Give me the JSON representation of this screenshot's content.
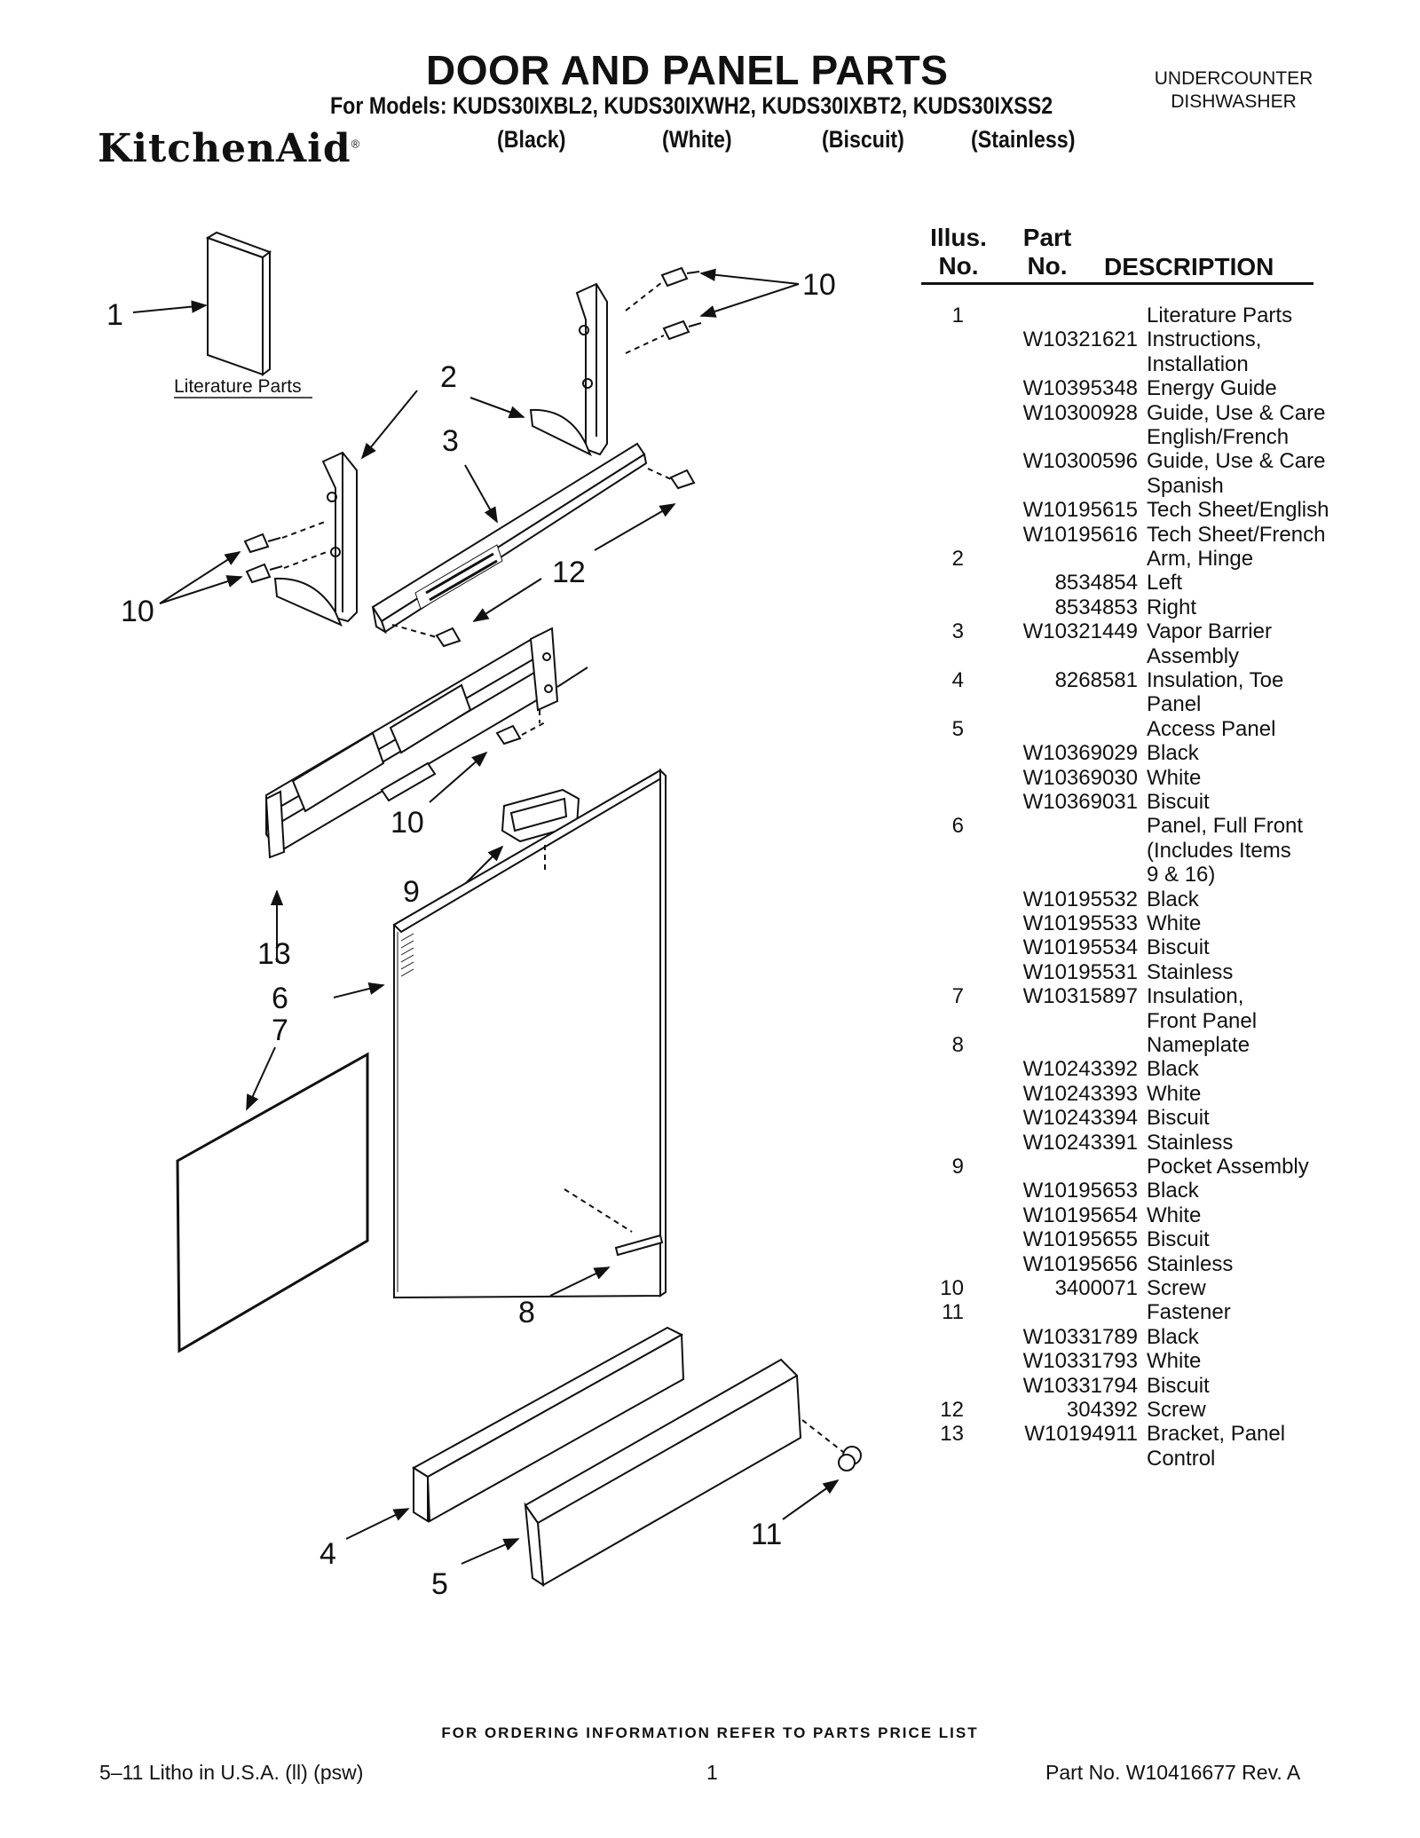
{
  "header": {
    "title": "DOOR AND PANEL PARTS",
    "models": "For Models: KUDS30IXBL2, KUDS30IXWH2, KUDS30IXBT2, KUDS30IXSS2",
    "colors": [
      "(Black)",
      "(White)",
      "(Biscuit)",
      "(Stainless)"
    ],
    "appliance_line1": "UNDERCOUNTER",
    "appliance_line2": "DISHWASHER",
    "brand": "KitchenAid",
    "registered": "®"
  },
  "table": {
    "col1_line1": "Illus.",
    "col1_line2": "No.",
    "col2_line1": "Part",
    "col2_line2": "No.",
    "col3": "DESCRIPTION",
    "rows": [
      {
        "illus": "1",
        "part": "",
        "desc": "Literature Parts"
      },
      {
        "illus": "",
        "part": "W10321621",
        "desc": "Instructions,"
      },
      {
        "illus": "",
        "part": "",
        "desc": "Installation"
      },
      {
        "illus": "",
        "part": "W10395348",
        "desc": "Energy Guide"
      },
      {
        "illus": "",
        "part": "W10300928",
        "desc": "Guide, Use & Care"
      },
      {
        "illus": "",
        "part": "",
        "desc": "English/French"
      },
      {
        "illus": "",
        "part": "W10300596",
        "desc": "Guide, Use & Care"
      },
      {
        "illus": "",
        "part": "",
        "desc": "Spanish"
      },
      {
        "illus": "",
        "part": "W10195615",
        "desc": "Tech Sheet/English"
      },
      {
        "illus": "",
        "part": "W10195616",
        "desc": "Tech Sheet/French"
      },
      {
        "illus": "2",
        "part": "",
        "desc": "Arm, Hinge"
      },
      {
        "illus": "",
        "part": "8534854",
        "desc": "Left"
      },
      {
        "illus": "",
        "part": "8534853",
        "desc": "Right"
      },
      {
        "illus": "3",
        "part": "W10321449",
        "desc": "Vapor Barrier"
      },
      {
        "illus": "",
        "part": "",
        "desc": "Assembly"
      },
      {
        "illus": "4",
        "part": "8268581",
        "desc": "Insulation, Toe"
      },
      {
        "illus": "",
        "part": "",
        "desc": "Panel"
      },
      {
        "illus": "5",
        "part": "",
        "desc": "Access Panel"
      },
      {
        "illus": "",
        "part": "W10369029",
        "desc": "Black"
      },
      {
        "illus": "",
        "part": "W10369030",
        "desc": "White"
      },
      {
        "illus": "",
        "part": "W10369031",
        "desc": "Biscuit"
      },
      {
        "illus": "6",
        "part": "",
        "desc": "Panel, Full Front"
      },
      {
        "illus": "",
        "part": "",
        "desc": "(Includes Items"
      },
      {
        "illus": "",
        "part": "",
        "desc": "9 & 16)"
      },
      {
        "illus": "",
        "part": "W10195532",
        "desc": "Black"
      },
      {
        "illus": "",
        "part": "W10195533",
        "desc": "White"
      },
      {
        "illus": "",
        "part": "W10195534",
        "desc": "Biscuit"
      },
      {
        "illus": "",
        "part": "W10195531",
        "desc": "Stainless"
      },
      {
        "illus": "7",
        "part": "W10315897",
        "desc": "Insulation,"
      },
      {
        "illus": "",
        "part": "",
        "desc": "Front Panel"
      },
      {
        "illus": "8",
        "part": "",
        "desc": "Nameplate"
      },
      {
        "illus": "",
        "part": "W10243392",
        "desc": "Black"
      },
      {
        "illus": "",
        "part": "W10243393",
        "desc": "White"
      },
      {
        "illus": "",
        "part": "W10243394",
        "desc": "Biscuit"
      },
      {
        "illus": "",
        "part": "W10243391",
        "desc": "Stainless"
      },
      {
        "illus": "9",
        "part": "",
        "desc": "Pocket Assembly"
      },
      {
        "illus": "",
        "part": "W10195653",
        "desc": "Black"
      },
      {
        "illus": "",
        "part": "W10195654",
        "desc": "White"
      },
      {
        "illus": "",
        "part": "W10195655",
        "desc": "Biscuit"
      },
      {
        "illus": "",
        "part": "W10195656",
        "desc": "Stainless"
      },
      {
        "illus": "10",
        "part": "3400071",
        "desc": "Screw"
      },
      {
        "illus": "11",
        "part": "",
        "desc": "Fastener"
      },
      {
        "illus": "",
        "part": "W10331789",
        "desc": "Black"
      },
      {
        "illus": "",
        "part": "W10331793",
        "desc": "White"
      },
      {
        "illus": "",
        "part": "W10331794",
        "desc": "Biscuit"
      },
      {
        "illus": "12",
        "part": "304392",
        "desc": "Screw"
      },
      {
        "illus": "13",
        "part": "W10194911",
        "desc": "Bracket, Panel"
      },
      {
        "illus": "",
        "part": "",
        "desc": "Control"
      }
    ]
  },
  "diagram": {
    "literature_label": "Literature Parts",
    "callouts": [
      "1",
      "2",
      "3",
      "10",
      "10",
      "12",
      "10",
      "13",
      "9",
      "6",
      "7",
      "8",
      "4",
      "5",
      "11"
    ]
  },
  "footer": {
    "ordering": "FOR ORDERING INFORMATION REFER TO PARTS PRICE LIST",
    "litho": "5–11 Litho in U.S.A. (ll) (psw)",
    "page": "1",
    "partno": "Part No. W10416677 Rev. A"
  }
}
